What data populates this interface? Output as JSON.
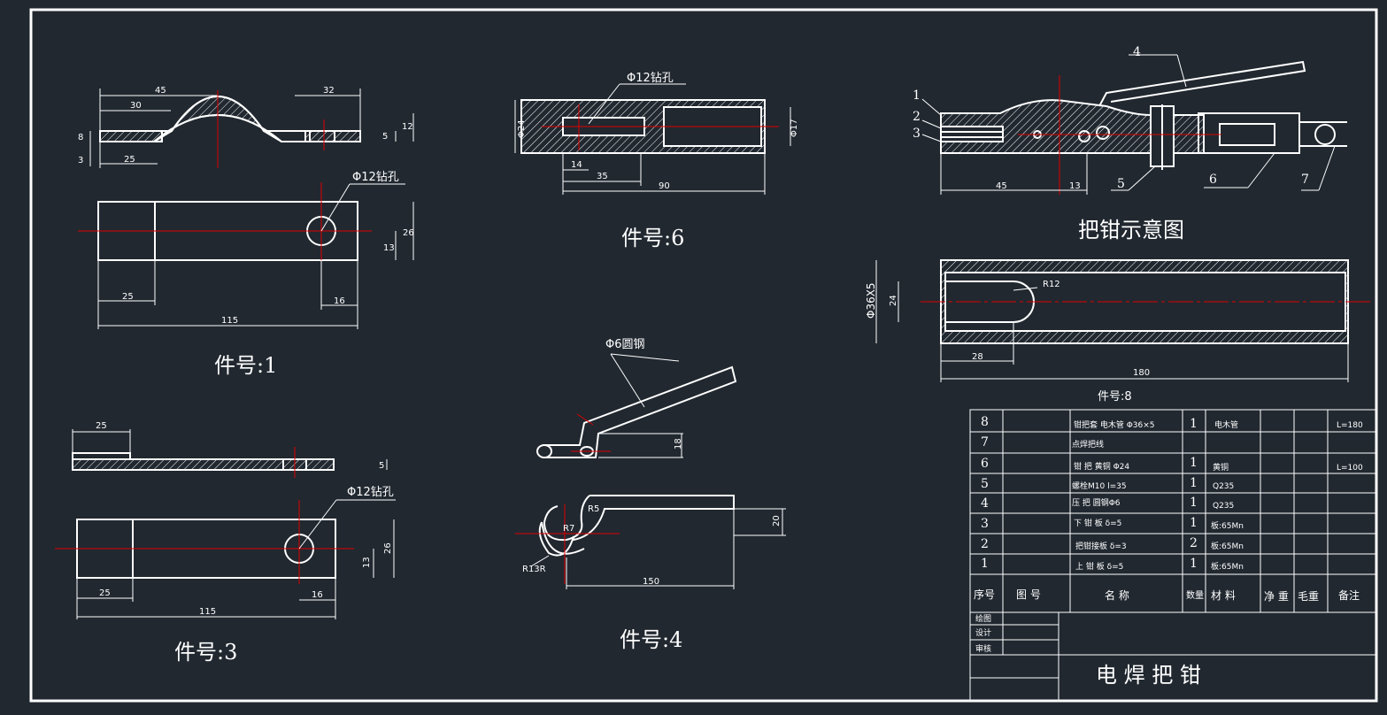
{
  "colors": {
    "background": "#212830",
    "line": "#ffffff",
    "centerline": "#e00000"
  },
  "part1": {
    "title": "件号:1",
    "hole_label": "Φ12钻孔",
    "dims": {
      "d45": "45",
      "d30": "30",
      "d32": "32",
      "d8": "8",
      "d3": "3",
      "d25": "25",
      "d5": "5",
      "d12": "12",
      "d25b": "25",
      "d115": "115",
      "d13": "13",
      "d26": "26",
      "d16": "16"
    }
  },
  "part6": {
    "title": "件号:6",
    "hole_label": "Φ12钻孔",
    "dims": {
      "d24": "Φ24",
      "d17": "Φ17",
      "d14": "14",
      "d35": "35",
      "d90": "90"
    }
  },
  "part3": {
    "title": "件号:3",
    "hole_label": "Φ12钻孔",
    "dims": {
      "d25": "25",
      "d5": "5",
      "d25b": "25",
      "d115": "115",
      "d13": "13",
      "d26": "26",
      "d16": "16"
    }
  },
  "part4": {
    "title": "件号:4",
    "rod_label": "Φ6圆钢",
    "dims": {
      "d18": "18",
      "d20": "20",
      "d150": "150",
      "r7": "R7",
      "r13": "R13R",
      "r5": "R5"
    }
  },
  "assembly": {
    "title": "把钳示意图",
    "callouts": [
      "1",
      "2",
      "3",
      "4",
      "5",
      "6",
      "7"
    ],
    "dims": {
      "d45": "45",
      "d13": "13"
    }
  },
  "part8": {
    "title": "件号:8",
    "dims": {
      "d36": "Φ36X5",
      "d24": "24",
      "r12": "R12",
      "d28": "28",
      "d180": "180"
    }
  },
  "bom": {
    "headers": {
      "seq": "序号",
      "drawing": "图 号",
      "name": "名    称",
      "qty": "数量",
      "material": "材 料",
      "net": "净 重",
      "gross": "毛重",
      "note": "备注"
    },
    "rows": [
      {
        "seq": "8",
        "name": "钳把套 电木管 Φ36×5",
        "qty": "1",
        "material": "电木管",
        "note": "L=180"
      },
      {
        "seq": "7",
        "name": "点焊把线",
        "qty": "",
        "material": "",
        "note": ""
      },
      {
        "seq": "6",
        "name": "钳 把 黄铜 Φ24",
        "qty": "1",
        "material": "黄铜",
        "note": "L=100"
      },
      {
        "seq": "5",
        "name": "螺栓M10  l=35",
        "qty": "1",
        "material": "Q235",
        "note": ""
      },
      {
        "seq": "4",
        "name": "压 把 圆钢Φ6",
        "qty": "1",
        "material": "Q235",
        "note": ""
      },
      {
        "seq": "3",
        "name": "下 钳 板 δ=5",
        "qty": "1",
        "material": "板:65Mn",
        "note": ""
      },
      {
        "seq": "2",
        "name": "把钳接板 δ=3",
        "qty": "2",
        "material": "板:65Mn",
        "note": ""
      },
      {
        "seq": "1",
        "name": "上 钳 板 δ=5",
        "qty": "1",
        "material": "板:65Mn",
        "note": ""
      }
    ],
    "sign": {
      "draw": "绘图",
      "design": "设计",
      "check": "审核"
    },
    "drawing_title": "电    焊    把    钳"
  }
}
